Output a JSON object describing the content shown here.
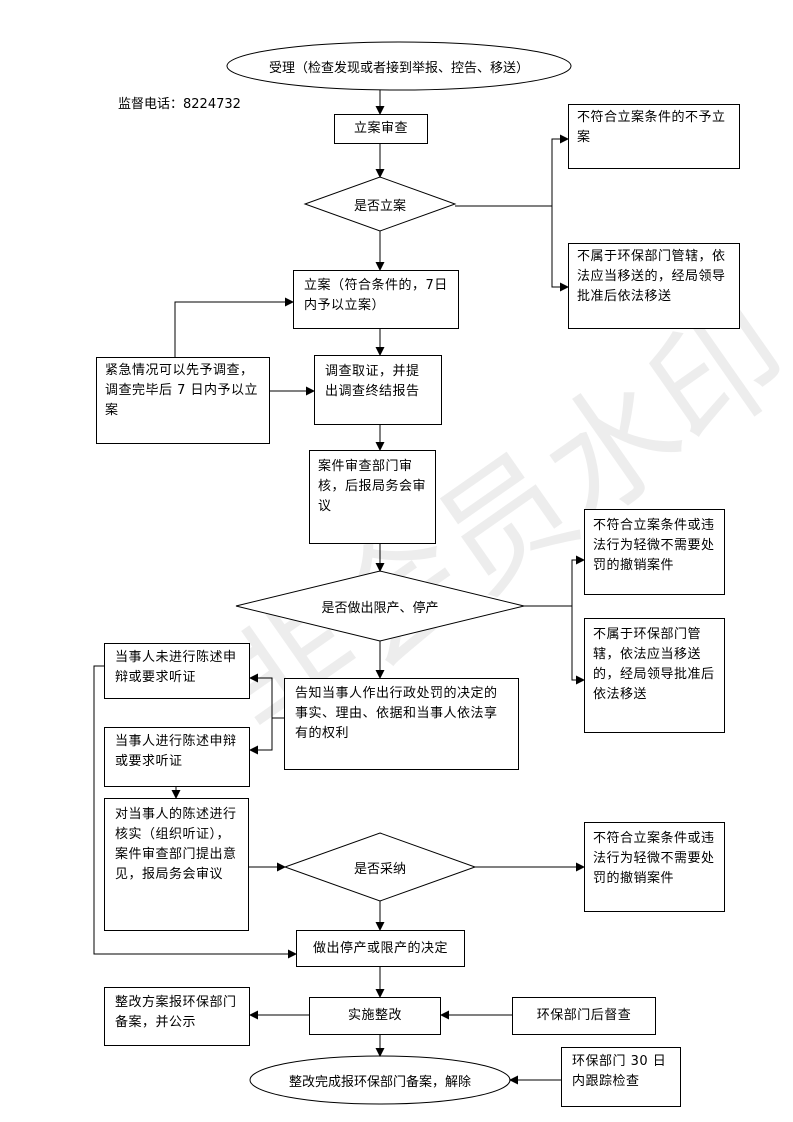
{
  "supervision": "监督电话：8224732",
  "watermark": "非会员水印",
  "nodes": {
    "accept": "受理（检查发现或者接到举报、控告、移送）",
    "case_review": "立案审查",
    "decide_file": "是否立案",
    "not_qualify_1": "不符合立案条件的不予立案",
    "not_jurisdiction_1": "不属于环保部门管辖，依法应当移送的，经局领导批准后依法移送",
    "file_case": "立案（符合条件的，7日内予以立案）",
    "emergency": "紧急情况可以先予调查，调查完毕后 7 日内予以立案",
    "investigate": "调查取证，并提出调查终结报告",
    "dept_review": "案件审查部门审核，后报局务会审议",
    "not_qualify_2": "不符合立案条件或违法行为轻微不需要处罚的撤销案件",
    "decide_limit": "是否做出限产、停产",
    "not_jurisdiction_2": "不属于环保部门管辖，依法应当移送的，经局领导批准后依法移送",
    "no_statement": "当事人未进行陈述申辩或要求听证",
    "notify": "告知当事人作出行政处罚的决定的事实、理由、依据和当事人依法享有的权利",
    "statement": "当事人进行陈述申辩或要求听证",
    "verify": "对当事人的陈述进行核实（组织听证），案件审查部门提出意见，报局务会审议",
    "decide_adopt": "是否采纳",
    "not_qualify_3": "不符合立案条件或违法行为轻微不需要处罚的撤销案件",
    "decision": "做出停产或限产的决定",
    "rectify_plan": "整改方案报环保部门备案，并公示",
    "implement": "实施整改",
    "recheck": "环保部门后督查",
    "complete": "整改完成报环保部门备案，解除",
    "tracking": "环保部门 30 日内跟踪检查"
  }
}
